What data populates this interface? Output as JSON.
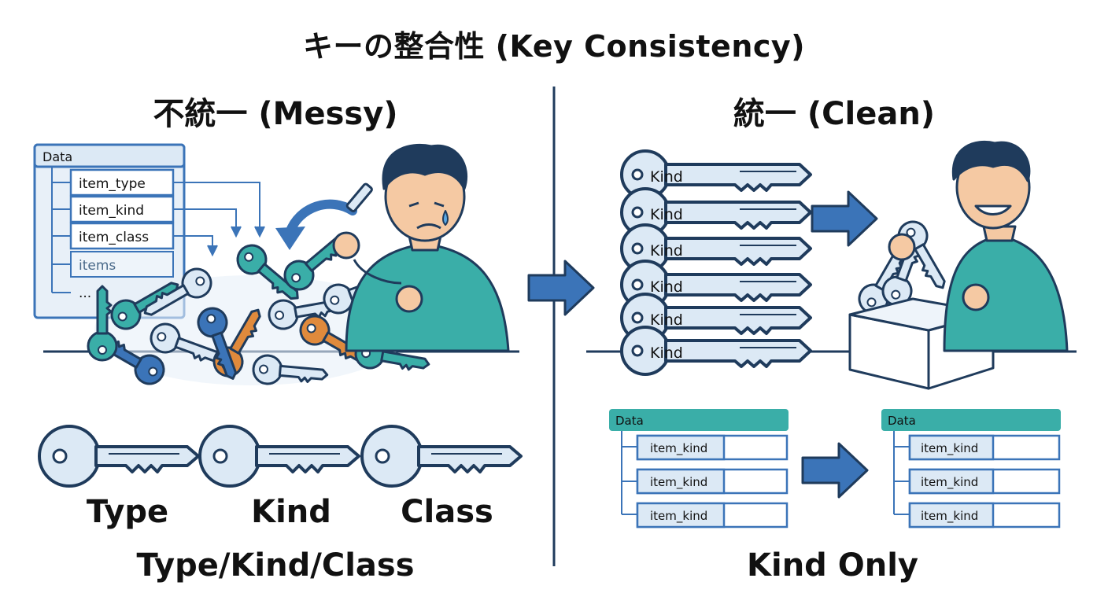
{
  "title": "キーの整合性 (Key Consistency)",
  "messy": {
    "heading": "不統一 (Messy)",
    "table": {
      "header": "Data",
      "rows": [
        "item_type",
        "item_kind",
        "item_class",
        "items",
        "..."
      ]
    },
    "keys": [
      "Type",
      "Kind",
      "Class"
    ],
    "summary": "Type/Kind/Class"
  },
  "clean": {
    "heading": "統一 (Clean)",
    "keys": [
      "Kind",
      "Kind",
      "Kind",
      "Kind",
      "Kind",
      "Kind"
    ],
    "table_before": {
      "header": "Data",
      "rows": [
        "item_kind",
        "item_kind",
        "item_kind"
      ]
    },
    "table_after": {
      "header": "Data",
      "rows": [
        "item_kind",
        "item_kind",
        "item_kind"
      ]
    },
    "summary": "Kind Only"
  },
  "colors": {
    "navy": "#1f3b5c",
    "blue": "#3b74b8",
    "light_blue": "#dce9f5",
    "teal": "#3aaea8",
    "teal_dark": "#2a8f89",
    "orange": "#e08a3c",
    "skin": "#f5c9a3"
  }
}
